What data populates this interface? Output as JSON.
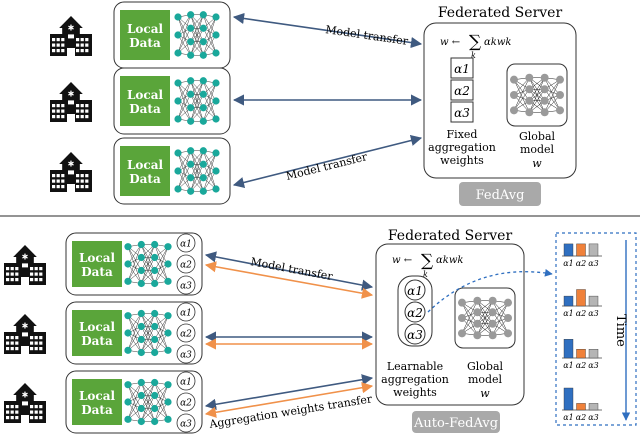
{
  "top": {
    "server_title": "Federated Server",
    "formula_lhs": "w ←",
    "formula_sum": "∑",
    "formula_sub": "k",
    "formula_rhs": "αkwk",
    "alpha_labels": [
      "α1",
      "α2",
      "α3"
    ],
    "fixed_label": [
      "Fixed",
      "aggregation",
      "weights"
    ],
    "global_label": [
      "Global",
      "model",
      "w"
    ],
    "method_badge": "FedAvg",
    "client_local_label": [
      "Local",
      "Data"
    ],
    "arrow_label_1": "Model transfer",
    "arrow_label_2": "Model transfer"
  },
  "bottom": {
    "server_title": "Federated Server",
    "formula_lhs": "w ←",
    "formula_sum": "∑",
    "formula_sub": "k",
    "formula_rhs": "αkwk",
    "alpha_labels": [
      "α1",
      "α2",
      "α3"
    ],
    "learnable_label": [
      "Learnable",
      "aggregation",
      "weights"
    ],
    "global_label": [
      "Global",
      "model",
      "w"
    ],
    "method_badge": "Auto-FedAvg",
    "client_local_label": [
      "Local",
      "Data"
    ],
    "arrow_label_1": "Model transfer",
    "arrow_label_2": "Aggregation weights transfer",
    "time_label": "Time",
    "bar_axis_labels": [
      "α1",
      "α2",
      "α3"
    ],
    "bar_groups": [
      {
        "values": [
          0.55,
          0.55,
          0.55
        ]
      },
      {
        "values": [
          0.45,
          0.75,
          0.45
        ]
      },
      {
        "values": [
          0.85,
          0.4,
          0.4
        ]
      },
      {
        "values": [
          1.0,
          0.3,
          0.3
        ]
      }
    ]
  },
  "colors": {
    "local_data_green": "#5aa53a",
    "node_teal": "#1aa89b",
    "arrow_navy": "#3f5a80",
    "arrow_orange": "#f0914a",
    "badge_gray": "#a9a9a9",
    "bar_blue": "#2f6fc0",
    "bar_orange": "#f0813a",
    "bar_gray": "#b5b5b5"
  },
  "icons": [
    "school-building-icon",
    "neural-network-icon"
  ]
}
